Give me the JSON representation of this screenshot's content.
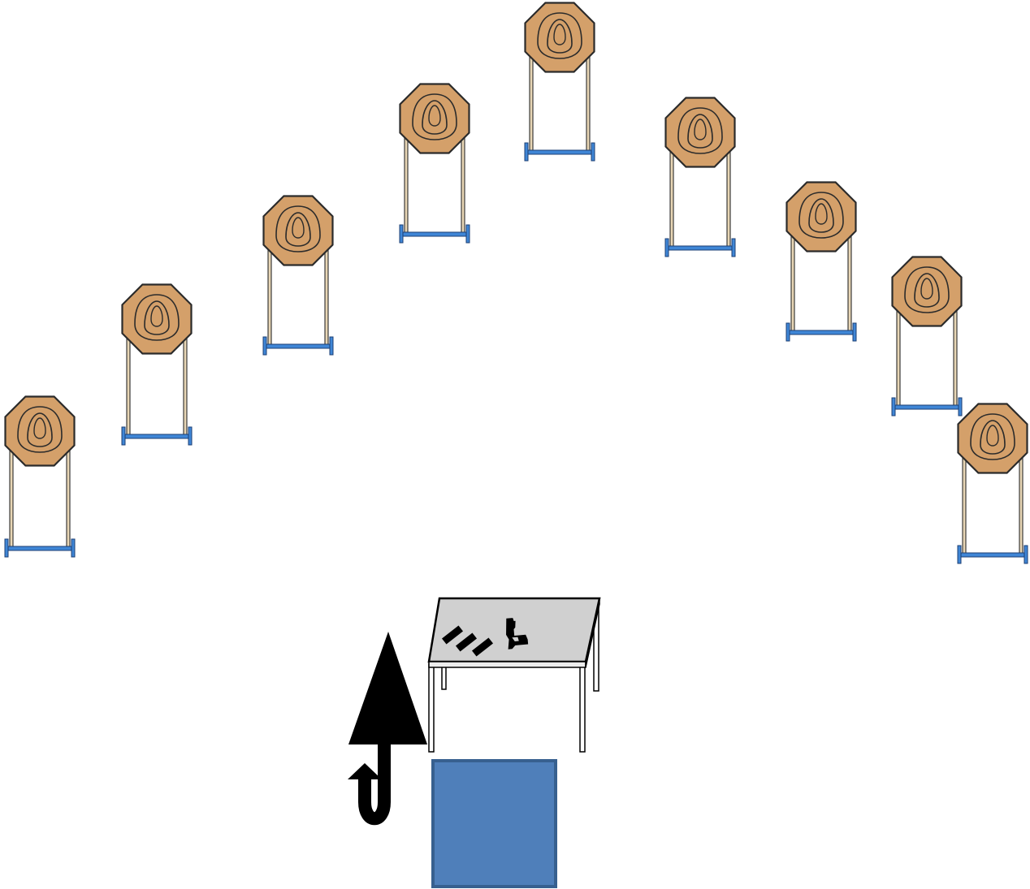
{
  "title": "",
  "colors": {
    "target_fill": "#d4a06a",
    "target_outline": "#2b2b2b",
    "post_fill": "#e8d6b5",
    "stand_base": "#3f86d6",
    "table_top": "#d0d0d0",
    "start_box": "#4f7fba",
    "start_box_border": "#37608f",
    "arrow": "#000000"
  },
  "targets": {
    "count": 9,
    "icon": "steel-target-on-stand"
  },
  "props": {
    "table": {
      "icon": "loading-table",
      "items": [
        "pistol-icon",
        "magazine-icon",
        "magazine-icon",
        "magazine-icon"
      ]
    },
    "start_position": {
      "icon": "shooter-box"
    },
    "direction": {
      "icon": "turn-around-arrow"
    }
  }
}
